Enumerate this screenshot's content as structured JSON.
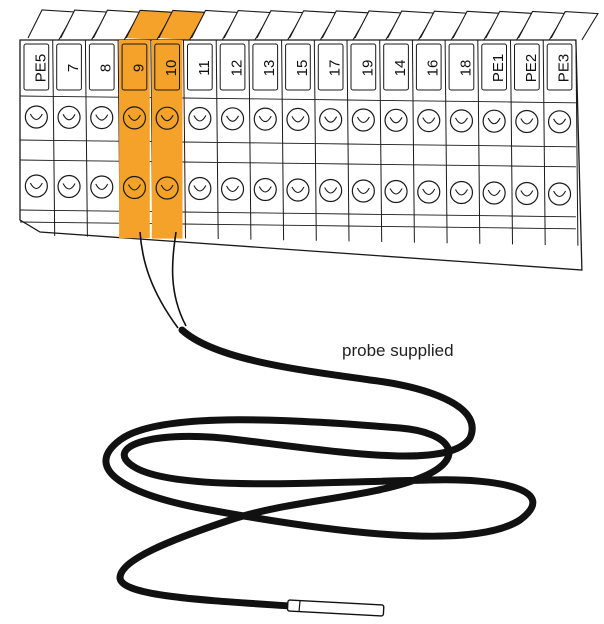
{
  "terminals": [
    {
      "label": "PE5",
      "highlight": false
    },
    {
      "label": "7",
      "highlight": false
    },
    {
      "label": "8",
      "highlight": false
    },
    {
      "label": "9",
      "highlight": true
    },
    {
      "label": "10",
      "highlight": true
    },
    {
      "label": "11",
      "highlight": false
    },
    {
      "label": "12",
      "highlight": false
    },
    {
      "label": "13",
      "highlight": false
    },
    {
      "label": "15",
      "highlight": false
    },
    {
      "label": "17",
      "highlight": false
    },
    {
      "label": "19",
      "highlight": false
    },
    {
      "label": "14",
      "highlight": false
    },
    {
      "label": "16",
      "highlight": false
    },
    {
      "label": "18",
      "highlight": false
    },
    {
      "label": "PE1",
      "highlight": false
    },
    {
      "label": "PE2",
      "highlight": false
    },
    {
      "label": "PE3",
      "highlight": false
    }
  ],
  "caption": "probe supplied",
  "colors": {
    "highlight": "#f5a22a",
    "outline": "#1a1a1a",
    "cable": "#111111",
    "background": "#ffffff"
  }
}
